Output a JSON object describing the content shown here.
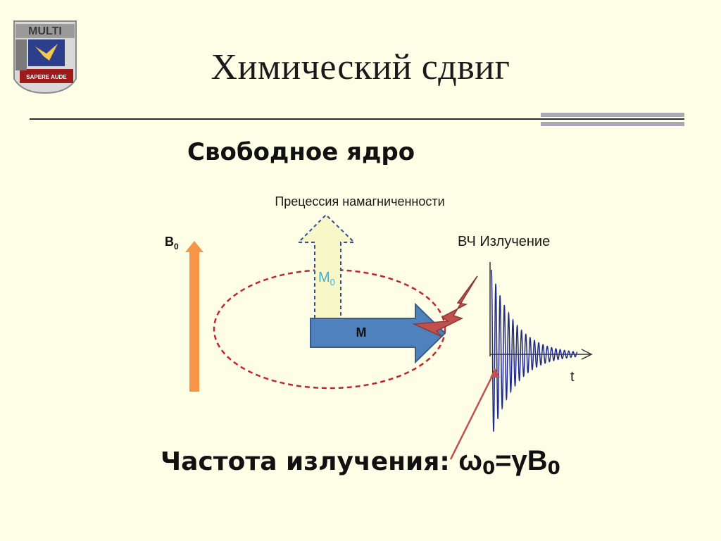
{
  "slide": {
    "title": "Химический сдвиг",
    "subtitle": "Свободное ядро",
    "formula_prefix": "Частота излучения: ",
    "formula_omega": "ω",
    "formula_omega_sub": "0",
    "formula_equals_gamma": "=γB",
    "formula_b_sub": "0"
  },
  "logo": {
    "text_top": "MULTI",
    "text_bottom": "SAPERE AUDE"
  },
  "diagram": {
    "precession_label": "Прецессия намагниченности",
    "b0_label": "B",
    "b0_sub": "0",
    "m0_label": "M",
    "m0_sub": "0",
    "m_label": "M",
    "rf_label": "ВЧ Излучение",
    "t_label": "t"
  },
  "colors": {
    "background": "#fefde6",
    "divider": "#2a2a3a",
    "divider_accent": "#a8a8b8",
    "b0_arrow": "#f79646",
    "m_arrow": "#4f81bd",
    "m0_arrow_fill": "#f8f7c8",
    "m0_arrow_stroke": "#2f4f8f",
    "m0_label": "#4bacc6",
    "ellipse": "#c0272d",
    "lightning": "#c0504d",
    "signal": "#1f2a8a",
    "pointer": "#c0504d"
  }
}
